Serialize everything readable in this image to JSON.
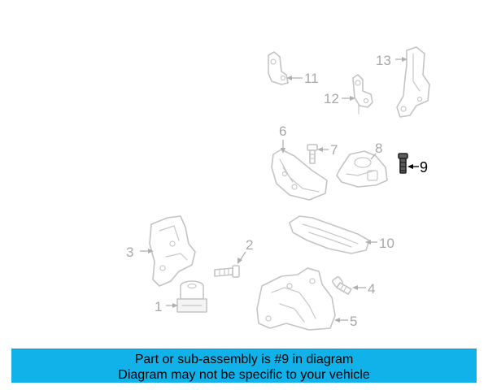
{
  "callouts": {
    "c1": "1",
    "c2": "2",
    "c3": "3",
    "c4": "4",
    "c5": "5",
    "c6": "6",
    "c7": "7",
    "c8": "8",
    "c9": "9",
    "c10": "10",
    "c11": "11",
    "c12": "12",
    "c13": "13"
  },
  "highlighted_part": "9",
  "banner": {
    "line1": "Part or sub-assembly is #9 in diagram",
    "line2": "Diagram may not be specific to your vehicle"
  },
  "colors": {
    "banner_background": "#11b1ea",
    "parts_gray": "#c4c4c4",
    "highlight": "#000000"
  }
}
